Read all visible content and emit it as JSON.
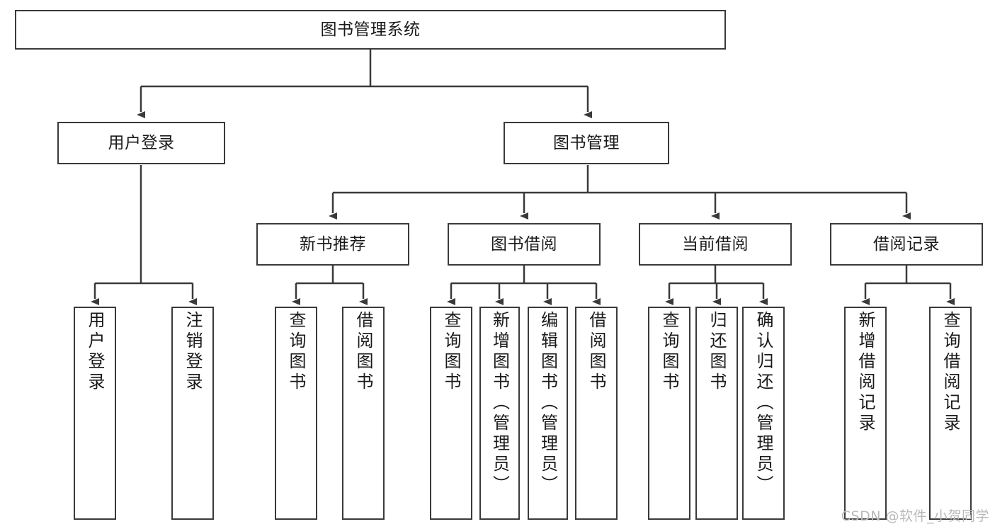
{
  "diagram": {
    "title_node": {
      "label": "图书管理系统"
    },
    "level2": [
      {
        "label": "用户登录"
      },
      {
        "label": "图书管理"
      }
    ],
    "level3": [
      {
        "label": "新书推荐"
      },
      {
        "label": "图书借阅"
      },
      {
        "label": "当前借阅"
      },
      {
        "label": "借阅记录"
      }
    ],
    "leaves": {
      "user_login": [
        {
          "label": "用户登录"
        },
        {
          "label": "注销登录"
        }
      ],
      "new_book_recommend": [
        {
          "label": "查询图书"
        },
        {
          "label": "借阅图书"
        }
      ],
      "book_borrow": [
        {
          "label": "查询图书"
        },
        {
          "label": "新增图书（管理员）"
        },
        {
          "label": "编辑图书（管理员）"
        },
        {
          "label": "借阅图书"
        }
      ],
      "current_borrow": [
        {
          "label": "查询图书"
        },
        {
          "label": "归还图书"
        },
        {
          "label": "确认归还（管理员）"
        }
      ],
      "borrow_records": [
        {
          "label": "新增借阅记录"
        },
        {
          "label": "查询借阅记录"
        }
      ]
    }
  },
  "watermark": {
    "text": "CSDN @软件_小贺同学"
  },
  "colors": {
    "stroke": "#3a3a3a",
    "background": "#ffffff",
    "text": "#1a1a1a",
    "watermark": "#b9b9b9"
  }
}
